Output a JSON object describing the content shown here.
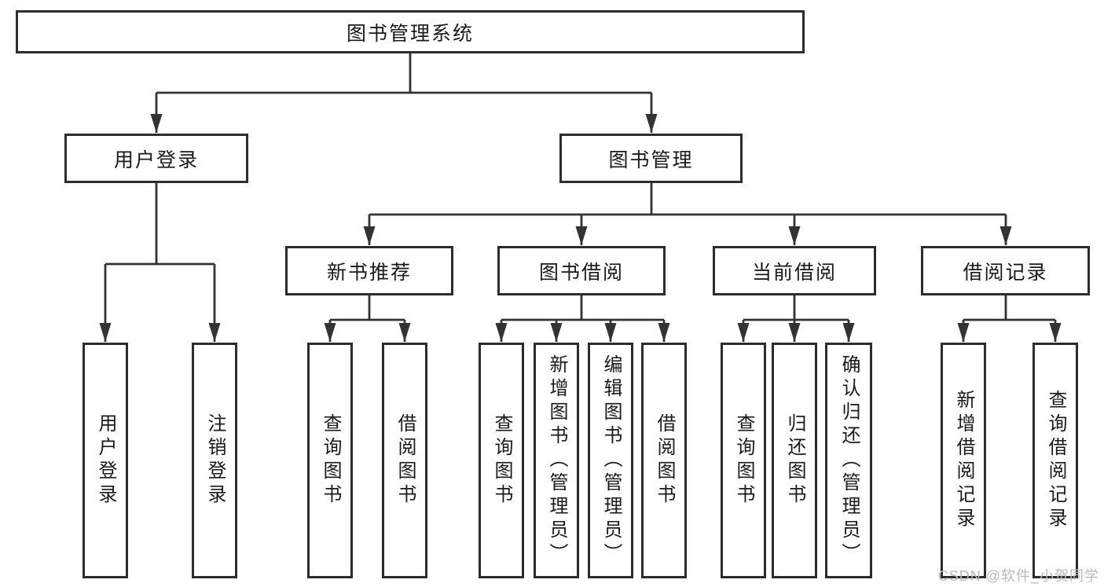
{
  "diagram": {
    "title": "图书管理系统",
    "watermark": "CSDN @软件_小贺同学",
    "colors": {
      "line": "#333333",
      "box_border": "#2c2c2c",
      "box_fill": "#ffffff",
      "text": "#1a1a1a",
      "watermark": "#b9b9b9",
      "background": "#ffffff"
    }
  },
  "nodes": {
    "root": {
      "label": "图书管理系统"
    },
    "user_login": {
      "label": "用户登录"
    },
    "book_management": {
      "label": "图书管理"
    },
    "new_book_recommend": {
      "label": "新书推荐"
    },
    "book_borrowing": {
      "label": "图书借阅"
    },
    "current_borrowing": {
      "label": "当前借阅"
    },
    "borrowing_records": {
      "label": "借阅记录"
    },
    "leaf_user_login": {
      "label": "用户登录"
    },
    "leaf_logout": {
      "label": "注销登录"
    },
    "leaf_query_books_1": {
      "label": "查询图书"
    },
    "leaf_borrow_books_1": {
      "label": "借阅图书"
    },
    "leaf_query_books_2": {
      "label": "查询图书"
    },
    "leaf_add_books_admin": {
      "label": "新增图书（管理员）"
    },
    "leaf_edit_books_admin": {
      "label": "编辑图书（管理员）"
    },
    "leaf_borrow_books_2": {
      "label": "借阅图书"
    },
    "leaf_query_books_3": {
      "label": "查询图书"
    },
    "leaf_return_books": {
      "label": "归还图书"
    },
    "leaf_confirm_return_admin": {
      "label": "确认归还（管理员）"
    },
    "leaf_add_borrow_record": {
      "label": "新增借阅记录"
    },
    "leaf_query_borrow_record": {
      "label": "查询借阅记录"
    }
  }
}
